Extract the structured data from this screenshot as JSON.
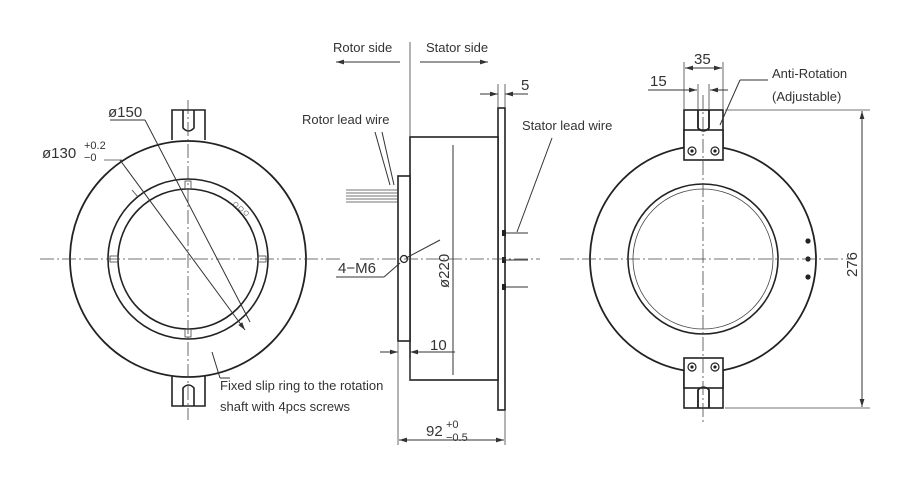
{
  "side_labels": {
    "rotor_side": "Rotor side",
    "stator_side": "Stator side"
  },
  "callouts": {
    "rotor_lead_wire": "Rotor lead wire",
    "stator_lead_wire": "Stator lead wire",
    "anti_rotation": "Anti-Rotation",
    "adjustable": "(Adjustable)",
    "fixed_line1": "Fixed slip ring to the rotation",
    "fixed_line2": "shaft with 4pcs screws",
    "screw_spec": "4−M6",
    "hole_label": "○○○"
  },
  "dimensions": {
    "d150": "ø150",
    "d130": "ø130",
    "d130_tol_upper": "+0.2",
    "d130_tol_lower": "−0",
    "d220": "ø220",
    "len92": "92",
    "len92_tol_upper": "+0",
    "len92_tol_lower": "−0.5",
    "w10": "10",
    "w5": "5",
    "w35": "35",
    "w15": "15",
    "h276": "276"
  }
}
